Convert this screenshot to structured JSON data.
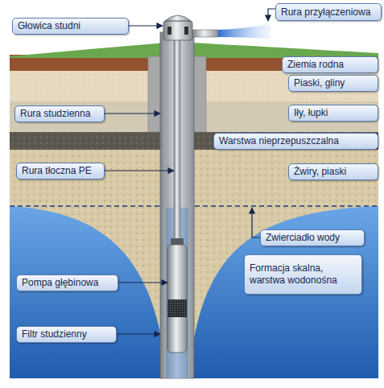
{
  "diagram": {
    "nodes": [
      {
        "text": [
          "Głowica studni"
        ]
      },
      {
        "text": [
          "Rura przyłączeniowa"
        ]
      },
      {
        "text": [
          "Ziemia rodna"
        ]
      },
      {
        "text": [
          "Piaski, gliny"
        ]
      },
      {
        "text": [
          "Rura studzienna"
        ]
      },
      {
        "text": [
          "Iły, łupki"
        ]
      },
      {
        "text": [
          "Warstwa nieprzepuszczalna"
        ]
      },
      {
        "text": [
          "Rura tłoczna PE"
        ]
      },
      {
        "text": [
          "Żwiry, piaski"
        ]
      },
      {
        "text": [
          "Zwierciadło wody"
        ]
      },
      {
        "text": [
          "Pompa głębinowa"
        ]
      },
      {
        "text": [
          "Formacja skalna, warstwa wodonośna"
        ]
      },
      {
        "text": [
          "Filtr studzienny"
        ]
      }
    ]
  }
}
